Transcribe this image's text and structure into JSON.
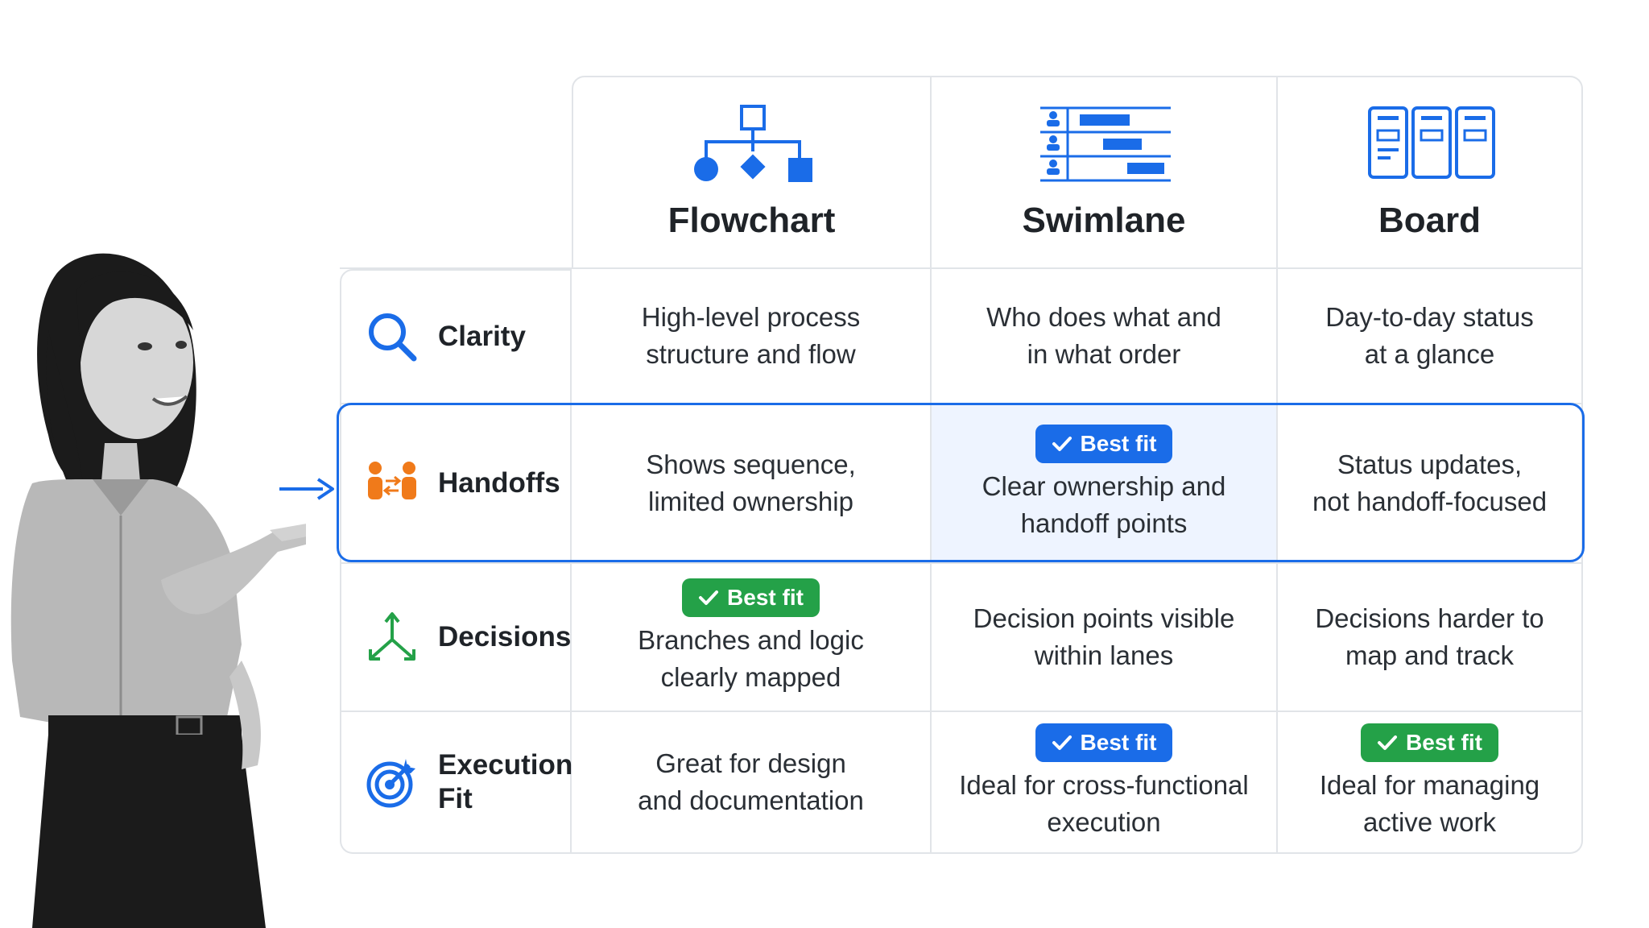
{
  "columns": [
    {
      "title": "Flowchart",
      "icon": "flowchart-icon"
    },
    {
      "title": "Swimlane",
      "icon": "swimlane-icon"
    },
    {
      "title": "Board",
      "icon": "board-icon"
    }
  ],
  "rows": [
    {
      "label": "Clarity",
      "icon": "search-icon",
      "cells": [
        {
          "text": "High-level process\nstructure and flow"
        },
        {
          "text": "Who does what and\nin what order"
        },
        {
          "text": "Day-to-day status\nat a glance"
        }
      ]
    },
    {
      "label": "Handoffs",
      "icon": "handoff-icon",
      "highlighted": true,
      "cells": [
        {
          "text": "Shows sequence,\nlimited ownership"
        },
        {
          "text": "Clear ownership and\nhandoff points",
          "badge": "Best fit",
          "badge_color": "#1a6ce8"
        },
        {
          "text": "Status updates,\nnot handoff-focused"
        }
      ]
    },
    {
      "label": "Decisions",
      "icon": "decision-branch-icon",
      "cells": [
        {
          "text": "Branches and logic\nclearly mapped",
          "badge": "Best fit",
          "badge_color": "#24a148"
        },
        {
          "text": "Decision points visible\nwithin lanes"
        },
        {
          "text": "Decisions harder to\nmap and track"
        }
      ]
    },
    {
      "label": "Execution\nFit",
      "icon": "target-icon",
      "cells": [
        {
          "text": "Great for design\nand documentation"
        },
        {
          "text": "Ideal for cross-functional\nexecution",
          "badge": "Best fit",
          "badge_color": "#1a6ce8"
        },
        {
          "text": "Ideal for managing\nactive work",
          "badge": "Best fit",
          "badge_color": "#24a148"
        }
      ]
    }
  ],
  "colors": {
    "accent_blue": "#1a6ce8",
    "accent_green": "#24a148",
    "accent_orange": "#f07a1a",
    "highlight_bg": "#eef4ff"
  }
}
